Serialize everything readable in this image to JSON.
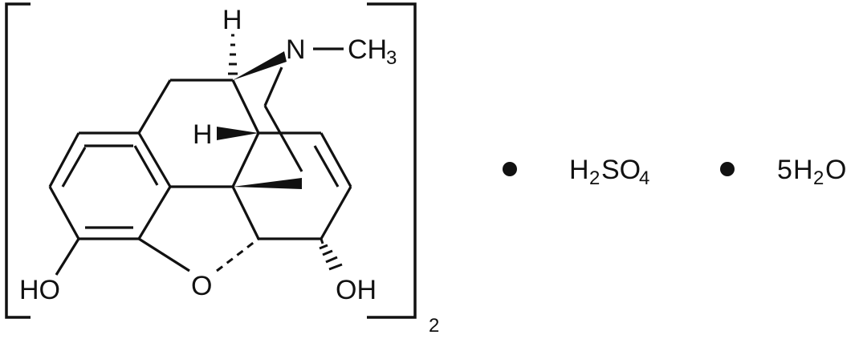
{
  "molecule": {
    "atom_labels": {
      "n": "N",
      "ch3": "CH",
      "ch3_sub": "3",
      "h_top": "H",
      "h_mid": "H",
      "o_ring": "O",
      "ho_left": "HO",
      "oh_right": "OH"
    },
    "multiplier": "2"
  },
  "formula": {
    "h2so4": {
      "a": "H",
      "a_sub": "2",
      "b": "SO",
      "b_sub": "4"
    },
    "water": {
      "coef": "5",
      "a": "H",
      "a_sub": "2",
      "b": "O"
    }
  },
  "colors": {
    "ink": "#111111",
    "background": "#ffffff"
  }
}
